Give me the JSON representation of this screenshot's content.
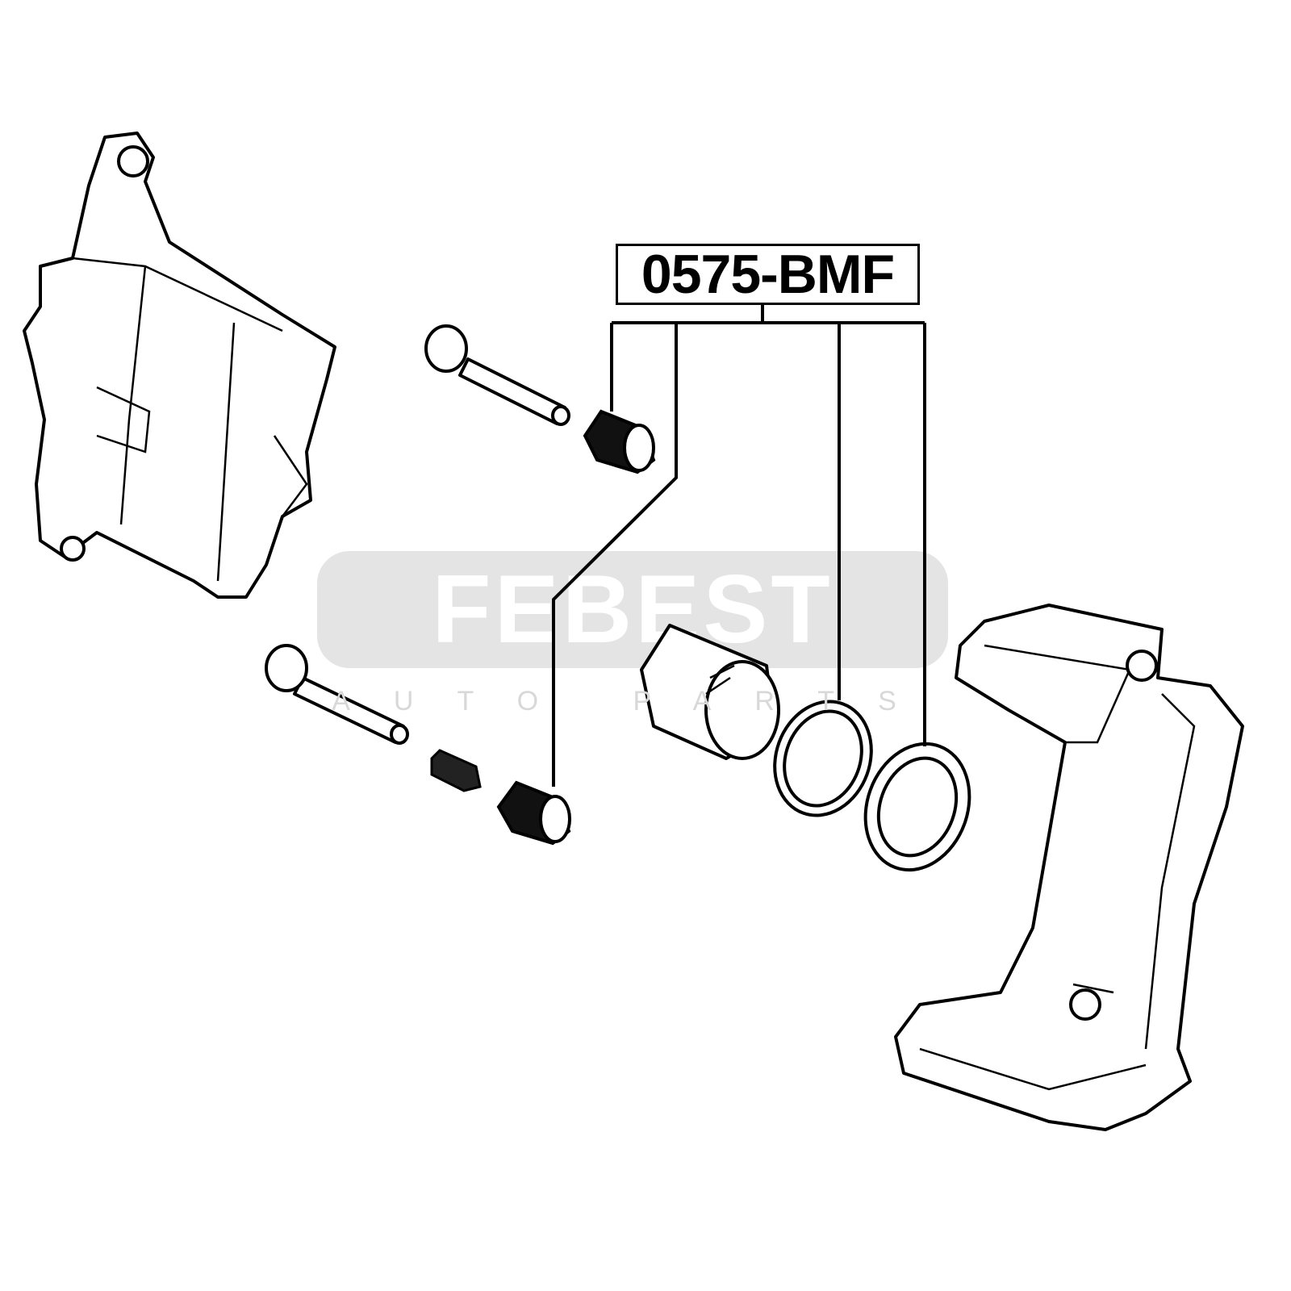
{
  "part_number": "0575-BMF",
  "watermark": {
    "brand": "FEBEST",
    "tagline": "AUTO PARTS"
  }
}
